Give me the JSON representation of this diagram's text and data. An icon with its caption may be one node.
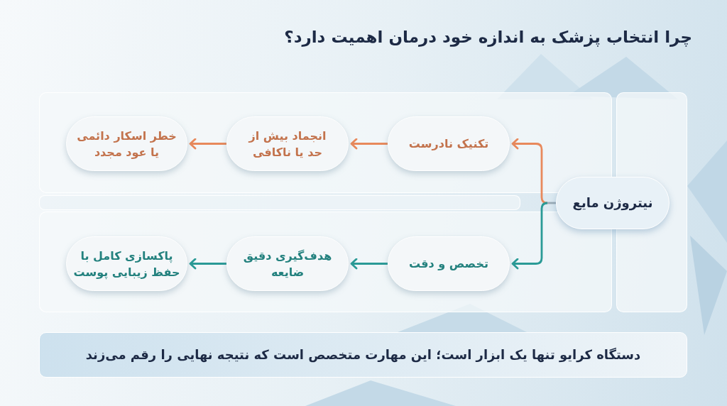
{
  "diagram": {
    "title": "چرا انتخاب پزشک به اندازه خود درمان اهمیت دارد؟",
    "nodes": [
      {
        "text": [],
        "shape": "box"
      },
      {
        "text": [
          "تکنیک نادرست"
        ],
        "in": 0
      },
      {
        "text": [
          "انجماد بیش از حد یا ناکافی"
        ],
        "in": 0
      },
      {
        "text": [
          "خطر اسکار دائمی یا عود مجدد"
        ],
        "in": 0
      },
      {
        "text": [],
        "shape": "box"
      },
      {
        "text": [],
        "shape": "bar"
      },
      {
        "text": [
          "نیتروژن مایع"
        ]
      },
      {
        "text": [],
        "shape": "box"
      },
      {
        "text": [
          "تخصص و دقت"
        ],
        "in": 7
      },
      {
        "text": [
          "هدف‌گیری دقیق ضایعه"
        ],
        "in": 7
      },
      {
        "text": [
          "پاکسازی کامل با حفظ زیبایی پوست"
        ],
        "in": 7
      },
      {
        "text": [
          "دستگاه کرایو تنها یک ابزار است؛ این مهارت متخصص است که نتیجه نهایی را رقم می‌زند"
        ]
      }
    ],
    "edges": [
      {
        "from": 6,
        "to": 1,
        "arrow": "to",
        "color": "#e8895c"
      },
      {
        "from": 1,
        "to": 2,
        "arrow": "to",
        "color": "#e8895c"
      },
      {
        "from": 2,
        "to": 3,
        "arrow": "to",
        "color": "#e8895c"
      },
      {
        "from": 6,
        "to": 8,
        "arrow": "to",
        "color": "#2a9a96"
      },
      {
        "from": 8,
        "to": 9,
        "arrow": "to",
        "color": "#2a9a96"
      },
      {
        "from": 9,
        "to": 10,
        "arrow": "to",
        "color": "#2a9a96"
      }
    ]
  }
}
